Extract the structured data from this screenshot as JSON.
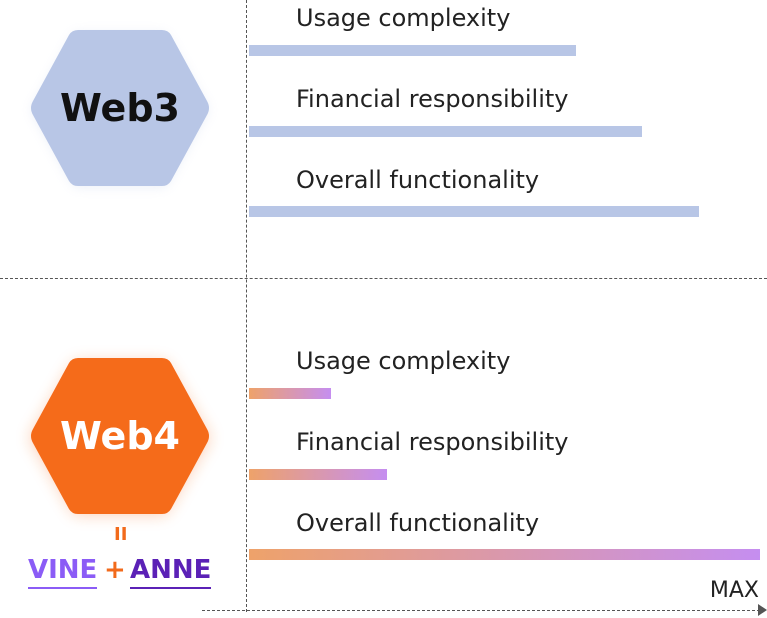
{
  "colors": {
    "web3_hex": "#b8c6e6",
    "web3_bar": "#b8c6e6",
    "web4_hex": "#f56b1a",
    "web4_bar_start": "#eea26a",
    "web4_bar_end": "#c58ef0",
    "vine": "#8b5cf6",
    "anne": "#5b21b6",
    "plus": "#f26a1b"
  },
  "axis": {
    "max_label": "MAX"
  },
  "brand": {
    "equals": "II",
    "vine": "VINE",
    "plus": "+",
    "anne": "ANNE"
  },
  "chart_data": [
    {
      "type": "bar",
      "orientation": "horizontal",
      "group_label": "Web3",
      "categories": [
        "Usage complexity",
        "Financial responsibility",
        "Overall functionality"
      ],
      "values": [
        0.64,
        0.77,
        0.88
      ],
      "xlim": [
        0,
        1
      ],
      "x_axis_max_label": "MAX",
      "grid": false
    },
    {
      "type": "bar",
      "orientation": "horizontal",
      "group_label": "Web4",
      "categories": [
        "Usage complexity",
        "Financial responsibility",
        "Overall functionality"
      ],
      "values": [
        0.16,
        0.27,
        1.0
      ],
      "xlim": [
        0,
        1
      ],
      "x_axis_max_label": "MAX",
      "grid": false
    }
  ]
}
